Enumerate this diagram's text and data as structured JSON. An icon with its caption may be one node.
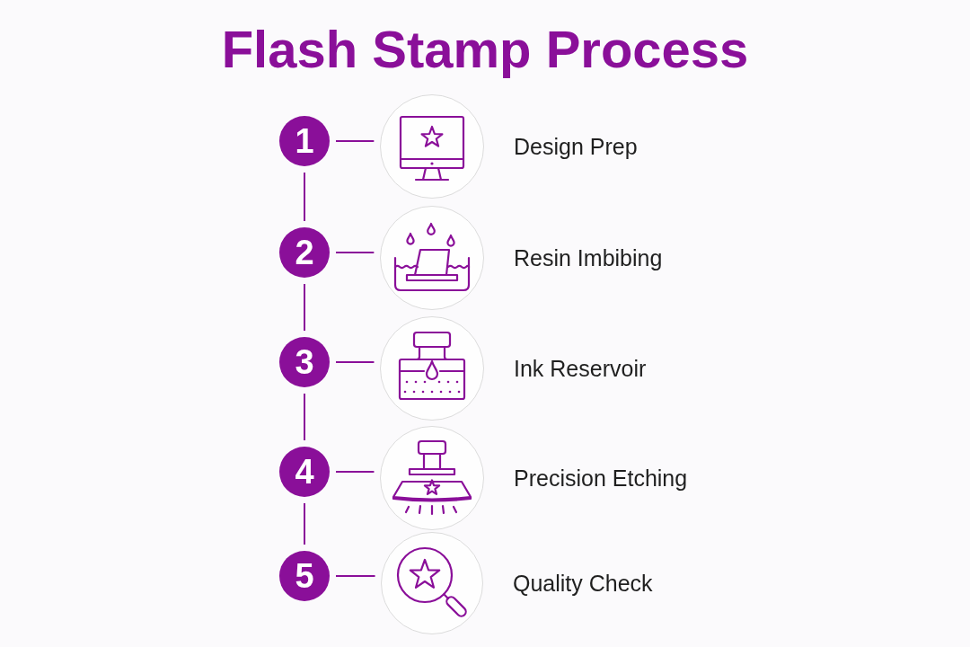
{
  "diagram": {
    "title": "Flash Stamp Process",
    "nodes": [
      {
        "text": [
          "1"
        ]
      },
      {
        "text": [],
        "shape": "circle",
        "beside": [
          "Design Prep"
        ]
      },
      {
        "text": [
          "2"
        ]
      },
      {
        "text": [],
        "shape": "circle",
        "beside": [
          "Resin Imbibing"
        ]
      },
      {
        "text": [
          "3"
        ]
      },
      {
        "text": [],
        "shape": "circle",
        "beside": [
          "Ink Reservoir"
        ]
      },
      {
        "text": [
          "4"
        ]
      },
      {
        "text": [],
        "shape": "circle",
        "beside": [
          "Precision Etching"
        ]
      },
      {
        "text": [
          "5"
        ]
      },
      {
        "text": [],
        "shape": "circle",
        "beside": [
          "Quality Check"
        ]
      }
    ],
    "edges": [
      {
        "from": 0,
        "to": 1,
        "arrow": "none"
      },
      {
        "from": 0,
        "to": 2,
        "arrow": "none"
      },
      {
        "from": 2,
        "to": 3,
        "arrow": "none"
      },
      {
        "from": 2,
        "to": 4,
        "arrow": "none"
      },
      {
        "from": 4,
        "to": 5,
        "arrow": "none"
      },
      {
        "from": 4,
        "to": 6,
        "arrow": "none"
      },
      {
        "from": 6,
        "to": 7,
        "arrow": "none"
      },
      {
        "from": 6,
        "to": 8,
        "arrow": "none"
      },
      {
        "from": 8,
        "to": 9,
        "arrow": "none"
      }
    ]
  }
}
